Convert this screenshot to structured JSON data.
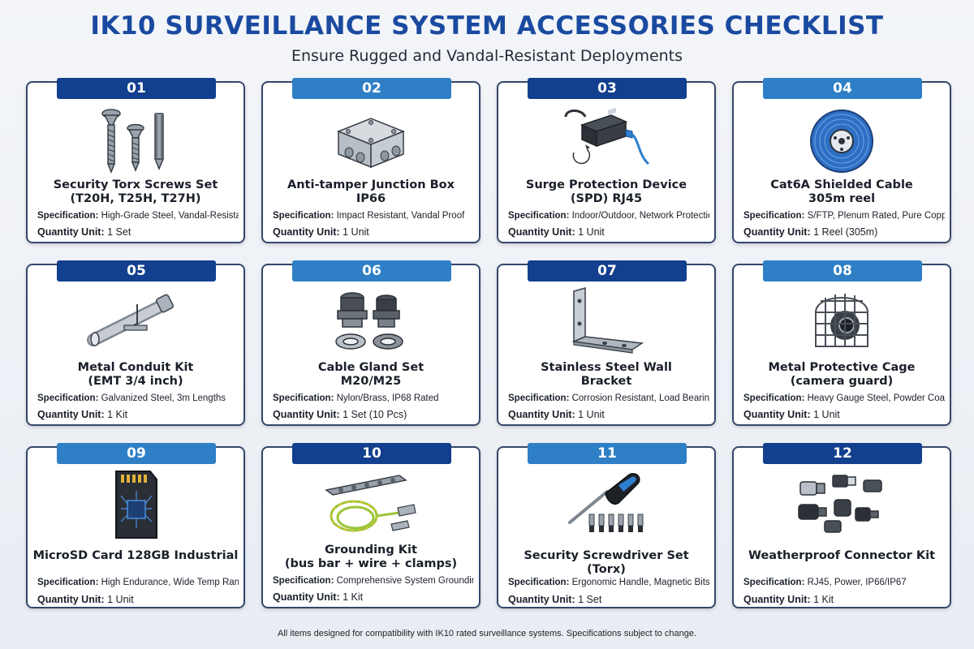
{
  "title": "IK10 SURVEILLANCE SYSTEM ACCESSORIES CHECKLIST",
  "subtitle": "Ensure Rugged and Vandal-Resistant Deployments",
  "spec_label": "Specification:",
  "qty_label": "Quantity Unit:",
  "footer": "All items designed for compatibility with IK10 rated surveillance systems. Specifications subject to change.",
  "colors": {
    "title": "#1a4aa0",
    "badge_dark": "#123f8e",
    "badge_light": "#2f7fc6",
    "card_border": "#34476a"
  },
  "items": [
    {
      "num": "01",
      "name1": "Security Torx Screws Set",
      "name2": "(T20H, T25H, T27H)",
      "spec": "High-Grade Steel, Vandal-Resistant",
      "qty": "1 Set",
      "icon": "torx-screws-icon"
    },
    {
      "num": "02",
      "name1": "Anti-tamper Junction Box",
      "name2": "IP66",
      "spec": "Impact Resistant, Vandal Proof",
      "qty": "1 Unit",
      "icon": "junction-box-icon"
    },
    {
      "num": "03",
      "name1": "Surge Protection Device",
      "name2": "(SPD) RJ45",
      "spec": "Indoor/Outdoor, Network Protection",
      "qty": "1 Unit",
      "icon": "surge-protector-icon"
    },
    {
      "num": "04",
      "name1": "Cat6A Shielded Cable",
      "name2": "305m reel",
      "spec": "S/FTP, Plenum Rated, Pure Copper",
      "qty": "1 Reel (305m)",
      "icon": "cable-reel-icon"
    },
    {
      "num": "05",
      "name1": "Metal Conduit Kit",
      "name2": "(EMT 3/4 inch)",
      "spec": "Galvanized Steel, 3m Lengths",
      "qty": "1 Kit",
      "icon": "conduit-icon"
    },
    {
      "num": "06",
      "name1": "Cable Gland Set",
      "name2": "M20/M25",
      "spec": "Nylon/Brass, IP68 Rated",
      "qty": "1 Set (10 Pcs)",
      "icon": "cable-gland-icon"
    },
    {
      "num": "07",
      "name1": "Stainless Steel Wall",
      "name2": "Bracket",
      "spec": "Corrosion Resistant, Load Bearing",
      "qty": "1 Unit",
      "icon": "wall-bracket-icon"
    },
    {
      "num": "08",
      "name1": "Metal Protective Cage",
      "name2": "(camera guard)",
      "spec": "Heavy Gauge Steel, Powder Coated",
      "qty": "1 Unit",
      "icon": "camera-cage-icon"
    },
    {
      "num": "09",
      "name1": "MicroSD Card 128GB Industrial",
      "name2": "",
      "spec": "High Endurance, Wide Temp Range",
      "qty": "1 Unit",
      "icon": "sd-card-icon"
    },
    {
      "num": "10",
      "name1": "Grounding Kit",
      "name2": "(bus bar + wire + clamps)",
      "spec": "Comprehensive System Grounding",
      "qty": "1 Kit",
      "icon": "grounding-kit-icon"
    },
    {
      "num": "11",
      "name1": "Security Screwdriver Set (Torx)",
      "name2": "",
      "spec": "Ergonomic Handle, Magnetic Bits",
      "qty": "1 Set",
      "icon": "screwdriver-icon"
    },
    {
      "num": "12",
      "name1": "Weatherproof Connector Kit",
      "name2": "",
      "spec": "RJ45, Power, IP66/IP67",
      "qty": "1 Kit",
      "icon": "connector-kit-icon"
    }
  ]
}
